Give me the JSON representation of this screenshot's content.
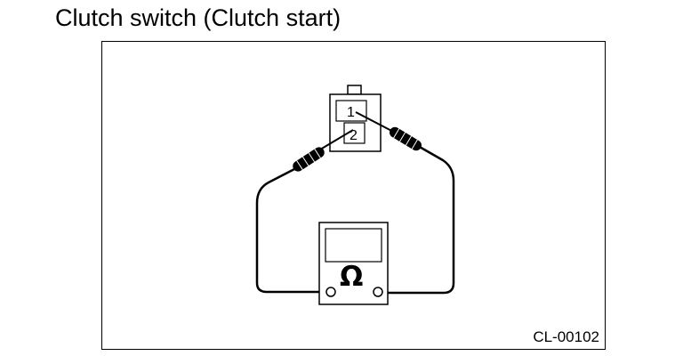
{
  "title": "Clutch switch (Clutch start)",
  "figure_code": "CL-00102",
  "switch": {
    "pin_1": "1",
    "pin_2": "2"
  },
  "meter": {
    "symbol": "Ω"
  },
  "icons": {
    "switch": "clutch-switch-connector-icon",
    "meter": "ohmmeter-icon"
  }
}
